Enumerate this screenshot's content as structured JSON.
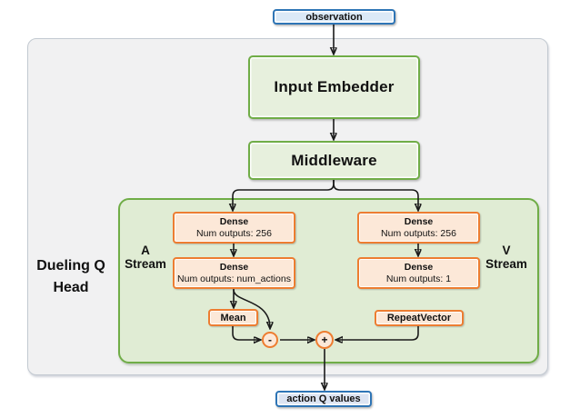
{
  "colors": {
    "blue_border": "#2e75b6",
    "blue_fill_top": "#dbe9f7",
    "blue_fill_bottom": "#dce4f2",
    "green_border": "#70ad47",
    "green_box_fill": "#e7f0dd",
    "green_container_fill": "#e0ecd4",
    "gray_container_fill": "#f1f1f2",
    "gray_container_border": "#c3cad1",
    "orange_border": "#ed7d31",
    "orange_fill": "#fce8d8",
    "arrow": "#1a1a1a"
  },
  "nodes": {
    "observation": {
      "label": "observation"
    },
    "input_embedder": {
      "label": "Input Embedder"
    },
    "middleware": {
      "label": "Middleware"
    },
    "dueling_head": {
      "line1": "Dueling Q",
      "line2": "Head"
    },
    "a_stream": {
      "line1": "A",
      "line2": "Stream",
      "dense1_title": "Dense",
      "dense1_sub": "Num outputs: 256",
      "dense2_title": "Dense",
      "dense2_sub": "Num outputs: num_actions",
      "mean_label": "Mean"
    },
    "v_stream": {
      "line1": "V",
      "line2": "Stream",
      "dense1_title": "Dense",
      "dense1_sub": "Num outputs: 256",
      "dense2_title": "Dense",
      "dense2_sub": "Num outputs: 1",
      "repeat_label": "RepeatVector"
    },
    "subtract_op": {
      "label": "-"
    },
    "add_op": {
      "label": "+"
    },
    "action_q": {
      "label": "action Q values"
    }
  }
}
